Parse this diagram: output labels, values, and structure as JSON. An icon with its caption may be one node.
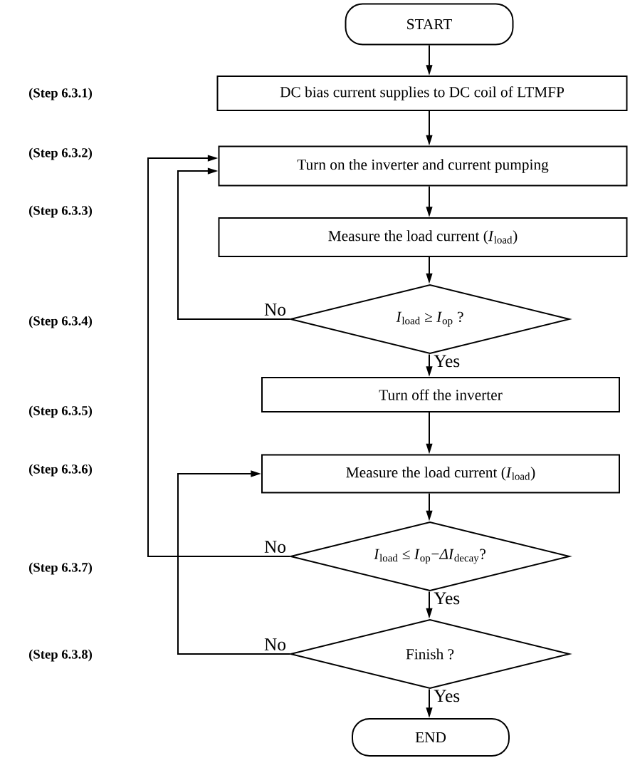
{
  "diagram": {
    "nodes": [
      {
        "text": [
          "START"
        ]
      },
      {
        "text": [
          "DC bias current supplies to DC coil of LTMFP"
        ]
      },
      {
        "text": [
          "Turn on the inverter and current pumping"
        ]
      },
      {
        "text": [
          "Measure the load current (*I*$_{load}$)"
        ]
      },
      {
        "text": [
          "*I*$_{load}$ ≥ *I*$_{op}$ ?"
        ]
      },
      {
        "text": [
          "Turn off the inverter"
        ]
      },
      {
        "text": [
          "Measure the load current (*I*$_{load}$)"
        ]
      },
      {
        "text": [
          "*I*$_{load}$ ≤ *I*$_{op}$−*ΔI*$_{decay}$?"
        ]
      },
      {
        "text": [
          "Finish ?"
        ]
      },
      {
        "text": [
          "END"
        ]
      }
    ],
    "edges": [
      {
        "from": 0,
        "to": 1,
        "arrow": "to"
      },
      {
        "from": 1,
        "to": 2,
        "arrow": "to"
      },
      {
        "from": 2,
        "to": 3,
        "arrow": "to"
      },
      {
        "from": 3,
        "to": 4,
        "arrow": "to"
      },
      {
        "from": 4,
        "to": 2,
        "arrow": "to",
        "label": "No"
      },
      {
        "from": 4,
        "to": 5,
        "arrow": "to",
        "label": "Yes"
      },
      {
        "from": 5,
        "to": 6,
        "arrow": "to"
      },
      {
        "from": 6,
        "to": 7,
        "arrow": "to"
      },
      {
        "from": 7,
        "to": 2,
        "arrow": "to",
        "label": "No"
      },
      {
        "from": 7,
        "to": 8,
        "arrow": "to",
        "label": "Yes"
      },
      {
        "from": 8,
        "to": 6,
        "arrow": "to",
        "label": "No"
      },
      {
        "from": 8,
        "to": 9,
        "arrow": "to",
        "label": "Yes"
      }
    ],
    "labels": [
      "(Step 6.3.1)",
      "(Step 6.3.2)",
      "(Step 6.3.3)",
      "(Step 6.3.4)",
      "(Step 6.3.5)",
      "(Step 6.3.6)",
      "(Step 6.3.7)",
      "(Step 6.3.8)"
    ]
  }
}
